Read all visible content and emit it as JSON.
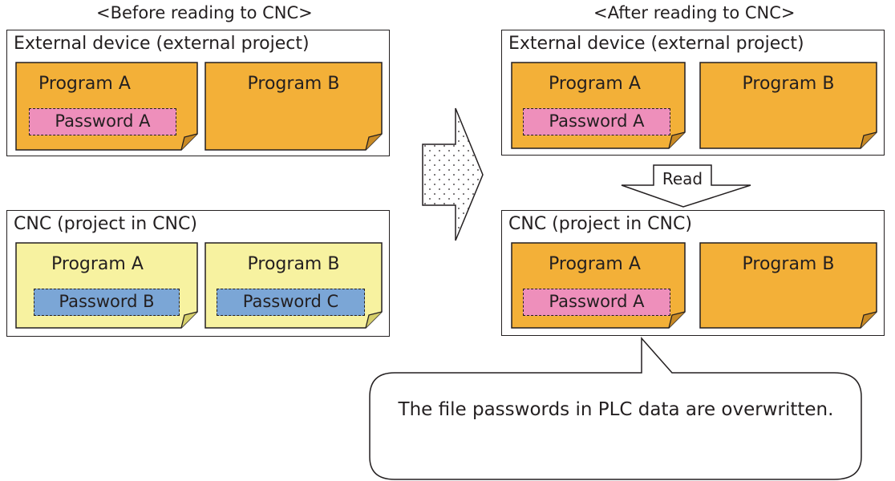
{
  "headings": {
    "before": "<Before reading to CNC>",
    "after": "<After reading to CNC>"
  },
  "before": {
    "external": {
      "title": "External device (external project)",
      "program_a": "Program A",
      "password_a": "Password A",
      "program_b": "Program B"
    },
    "cnc": {
      "title": "CNC (project in CNC)",
      "program_a": "Program A",
      "password_b": "Password B",
      "program_b": "Program B",
      "password_c": "Password C"
    }
  },
  "after": {
    "external": {
      "title": "External device (external project)",
      "program_a": "Program A",
      "password_a": "Password A",
      "program_b": "Program B"
    },
    "cnc": {
      "title": "CNC (project in CNC)",
      "program_a": "Program A",
      "password_a": "Password A",
      "program_b": "Program B"
    }
  },
  "read_label": "Read",
  "callout": "The file passwords in PLC data are overwritten.",
  "colors": {
    "orange": "#f3b038",
    "yellow": "#f7f2a0",
    "pink": "#ee8fbb",
    "blue": "#7ba6d6"
  }
}
